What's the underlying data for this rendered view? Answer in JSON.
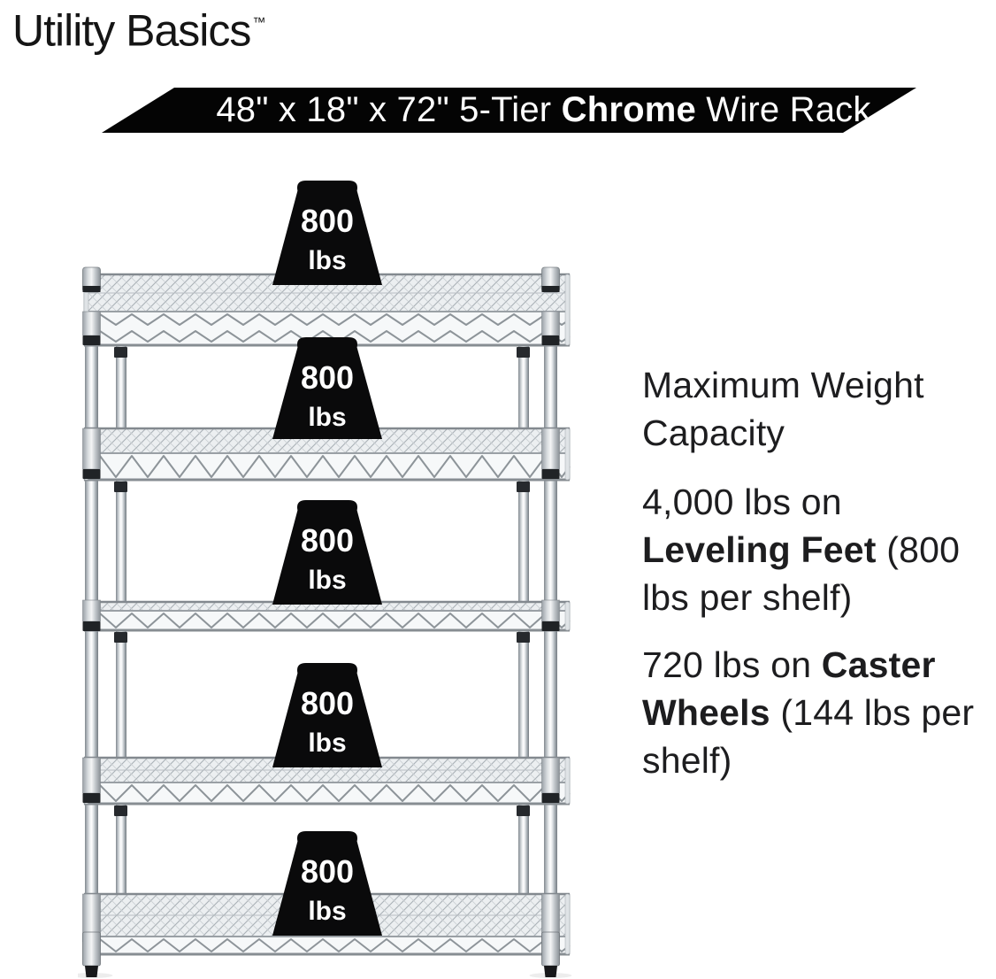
{
  "brand": {
    "name": "Utility Basics",
    "trademark": "™"
  },
  "banner": {
    "prefix": "48\" x 18\" x 72\" 5-Tier ",
    "highlight": "Chrome",
    "suffix": " Wire Rack"
  },
  "rack": {
    "description": "5-tier chrome wire rack with a weight badge on each shelf",
    "tier_count": 5,
    "weights": [
      {
        "value": "800",
        "unit": "lbs"
      },
      {
        "value": "800",
        "unit": "lbs"
      },
      {
        "value": "800",
        "unit": "lbs"
      },
      {
        "value": "800",
        "unit": "lbs"
      },
      {
        "value": "800",
        "unit": "lbs"
      }
    ]
  },
  "info": {
    "heading": "Maximum Weight Capacity",
    "leveling_feet": {
      "prefix": "4,000 lbs on ",
      "highlight": "Leveling Feet",
      "suffix": " (800 lbs per shelf)"
    },
    "caster_wheels": {
      "prefix": "720 lbs on ",
      "highlight": "Caster Wheels",
      "suffix": " (144 lbs per shelf)"
    }
  },
  "colors": {
    "banner_bg": "#040404",
    "banner_text": "#ffffff",
    "weight_badge": "#0a0a0b",
    "body_text": "#1d1d1f",
    "chrome_light": "#f2f4f5",
    "chrome_dark": "#878e94"
  }
}
